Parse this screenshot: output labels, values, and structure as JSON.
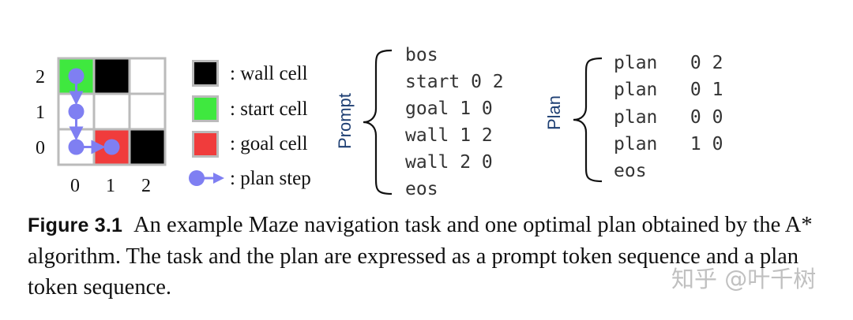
{
  "figure": {
    "grid": {
      "row_labels": [
        "2",
        "1",
        "0"
      ],
      "col_labels": [
        "0",
        "1",
        "2"
      ],
      "cells_by_row": [
        [
          "start",
          "wall",
          "empty"
        ],
        [
          "empty",
          "empty",
          "empty"
        ],
        [
          "empty",
          "goal",
          "wall"
        ]
      ],
      "plan_path": [
        [
          0,
          2
        ],
        [
          0,
          1
        ],
        [
          0,
          0
        ],
        [
          1,
          0
        ]
      ],
      "colors": {
        "start": "#3fe83f",
        "wall": "#000000",
        "goal": "#f03c3c",
        "empty": "#ffffff",
        "border": "#bbbbbb",
        "plan": "#7f7ff2"
      }
    },
    "legend": [
      {
        "kind": "wall",
        "label": ": wall cell"
      },
      {
        "kind": "start",
        "label": ": start cell"
      },
      {
        "kind": "goal",
        "label": ": goal cell"
      },
      {
        "kind": "plan",
        "label": ": plan step"
      }
    ],
    "prompt": {
      "label": "Prompt",
      "lines": [
        "bos",
        "start 0 2",
        "goal 1 0",
        "wall 1 2",
        "wall 2 0",
        "eos"
      ]
    },
    "plan": {
      "label": "Plan",
      "lines": [
        "plan   0 2",
        "plan   0 1",
        "plan   0 0",
        "plan   1 0",
        "eos"
      ]
    }
  },
  "caption": {
    "label": "Figure 3.1",
    "text": "An example Maze navigation task and one optimal plan obtained by the A* algorithm. The task and the plan are expressed as a prompt token sequence and a plan token sequence."
  },
  "watermark": "知乎 @叶千树"
}
